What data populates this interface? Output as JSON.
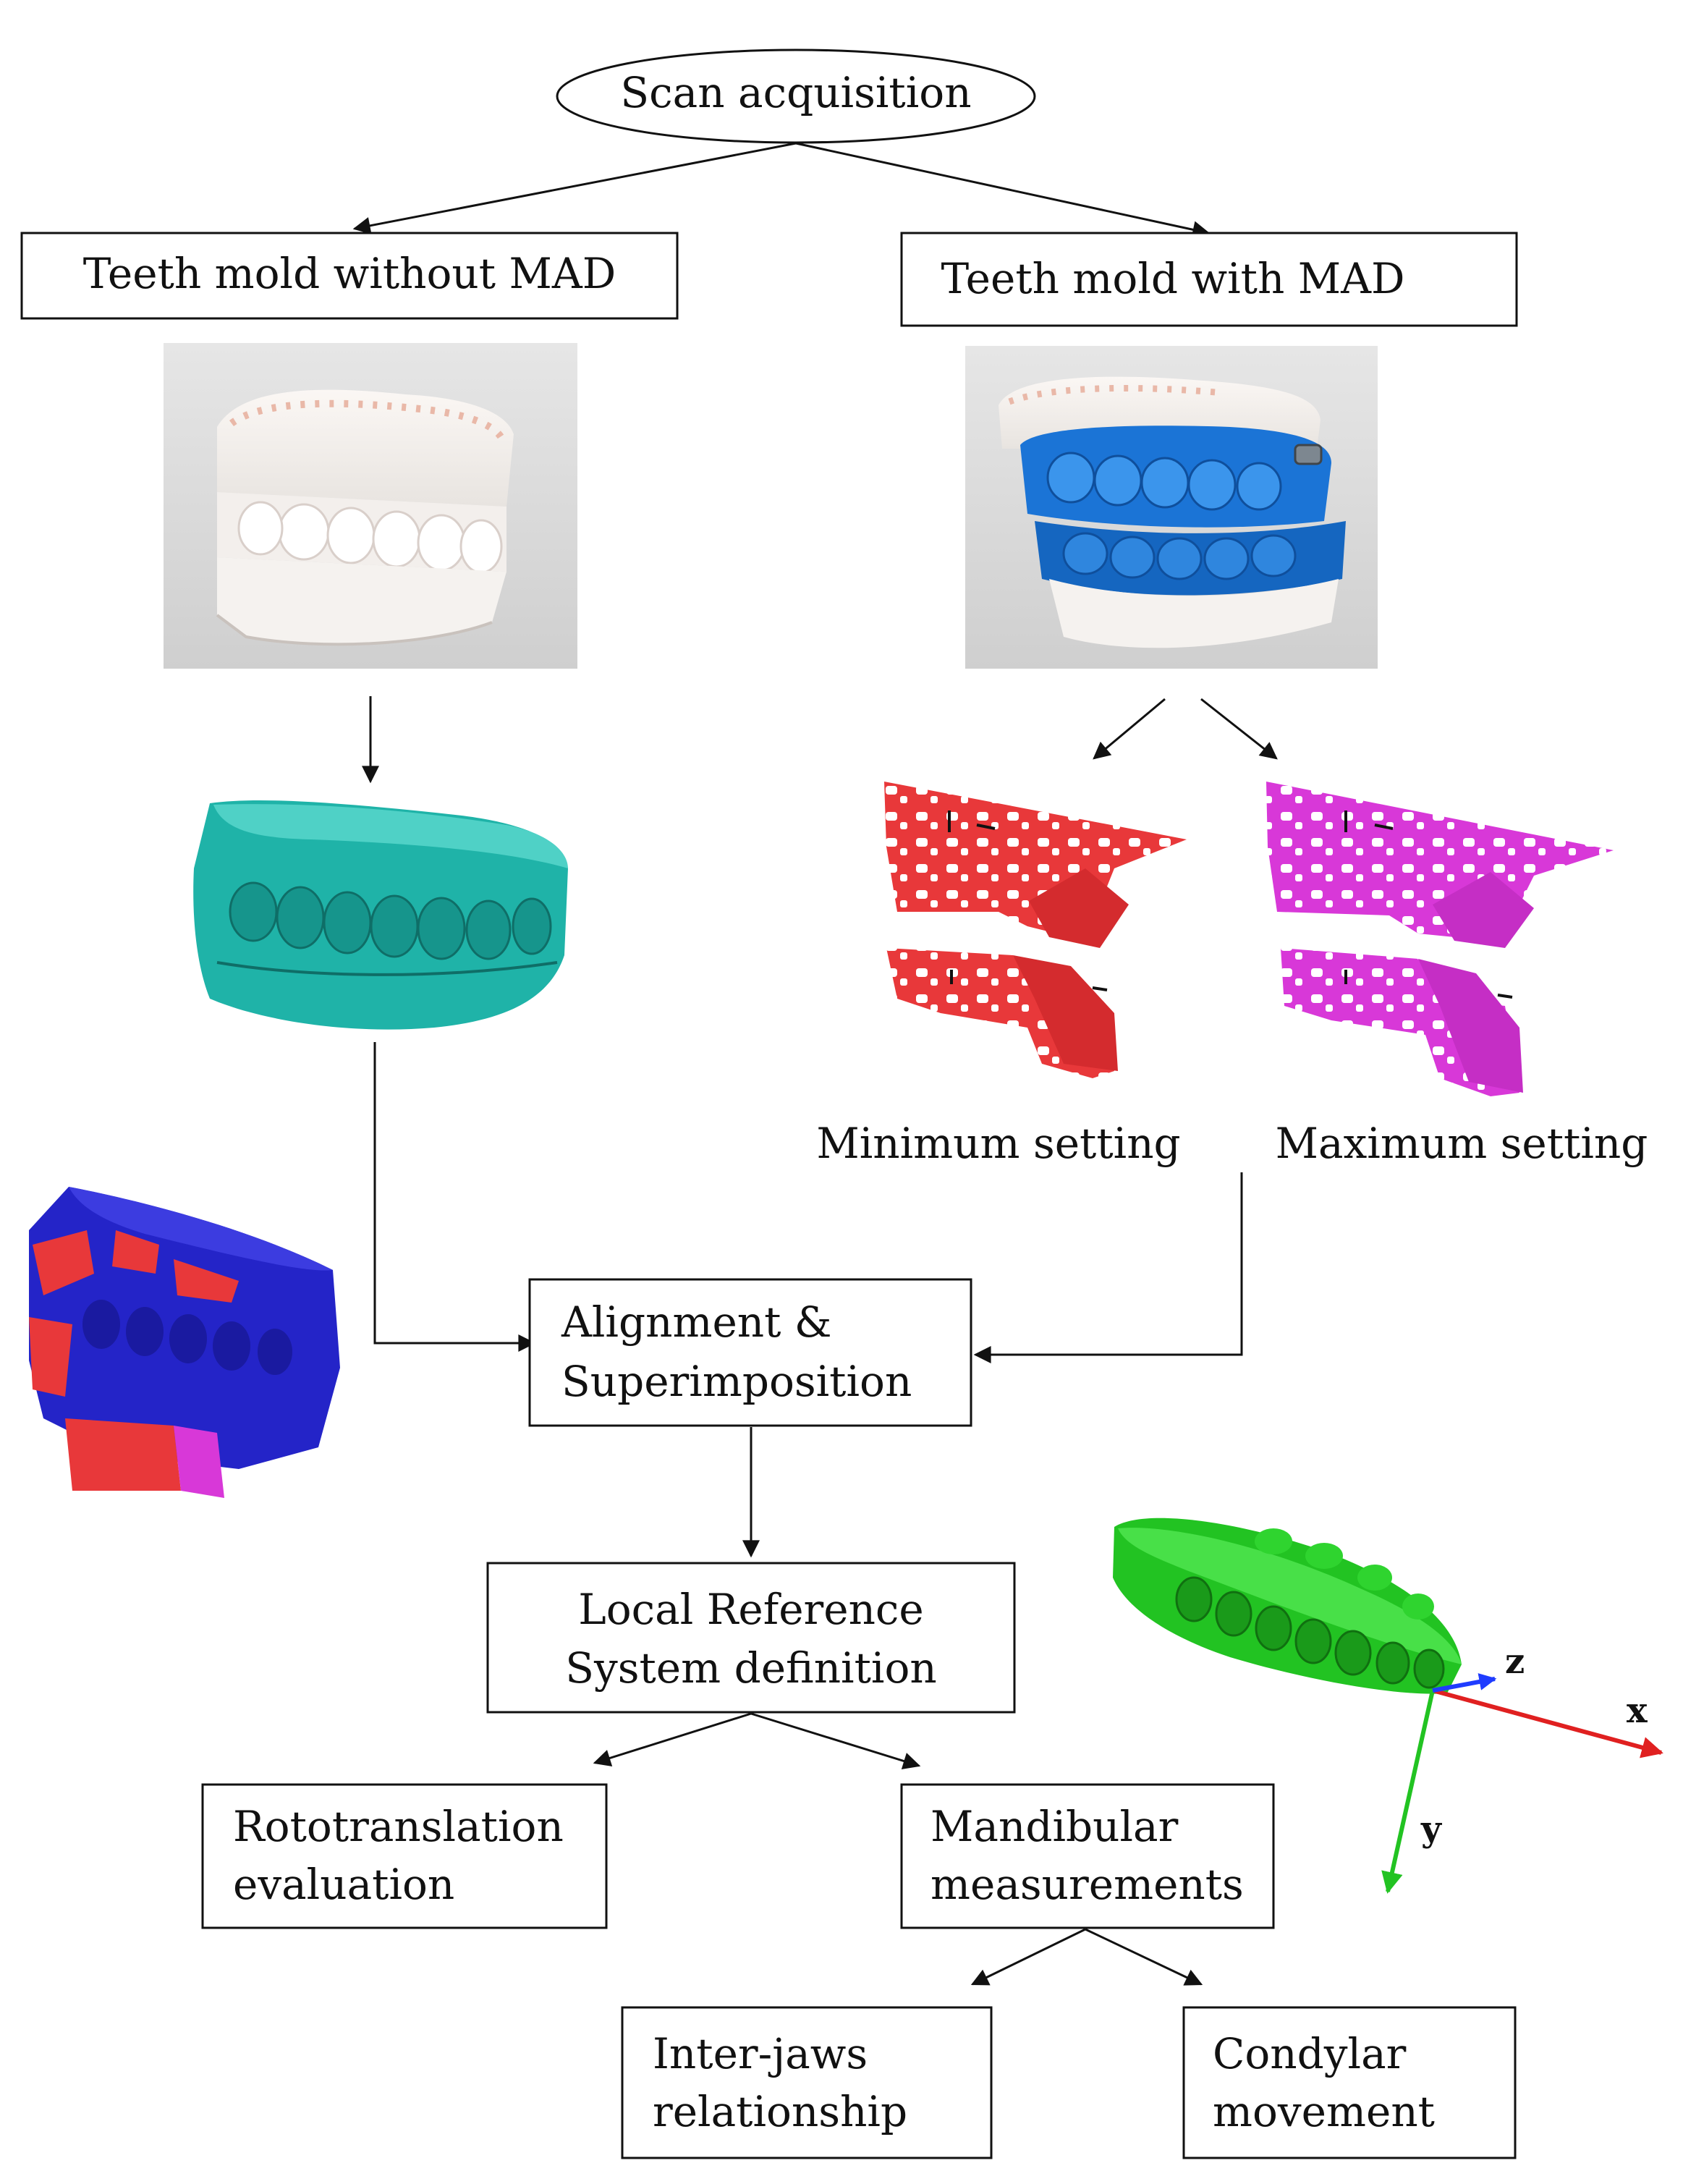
{
  "nodes": {
    "scan": "Scan acquisition",
    "without_mad": "Teeth mold without MAD",
    "with_mad": "Teeth mold with MAD",
    "min_setting": "Minimum setting",
    "max_setting": "Maximum setting",
    "alignment": [
      "Alignment &",
      "Superimposition"
    ],
    "lrs": [
      "Local Reference",
      "System definition"
    ],
    "rototranslation": [
      "Rototranslation",
      "evaluation"
    ],
    "mandibular": [
      "Mandibular",
      "measurements"
    ],
    "interjaws": [
      "Inter-jaws",
      "relationship"
    ],
    "condylar": [
      "Condylar",
      "movement"
    ]
  },
  "axes": {
    "x": "x",
    "y": "y",
    "z": "z"
  },
  "colors": {
    "cyan_scan": "#1fb3a8",
    "red_scan": "#e8383a",
    "magenta_scan": "#d838d8",
    "blue_overlay": "#2424c8",
    "green_scan": "#22c322",
    "mad_blue": "#1b74d6",
    "axis_x": "#e02020",
    "axis_y": "#22c322",
    "axis_z": "#1f3cff"
  }
}
